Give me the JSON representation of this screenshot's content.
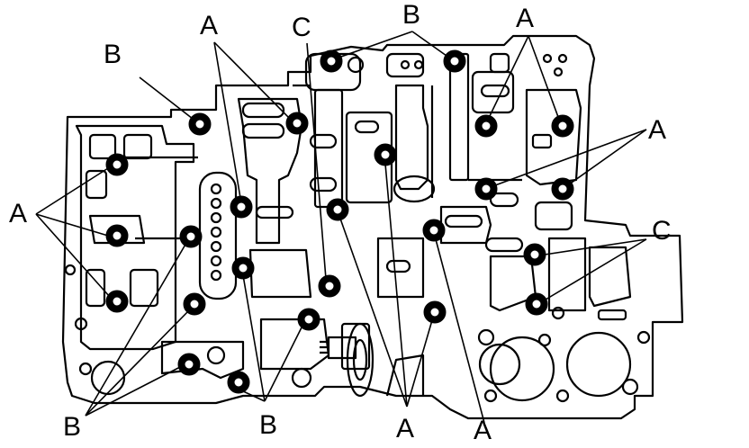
{
  "diagram": {
    "labels": {
      "b_upper_left": "B",
      "a_top": "A",
      "c_top": "C",
      "b_top": "B",
      "a_top_right": "A",
      "a_right": "A",
      "a_left": "A",
      "c_right": "C",
      "b_bottom_left": "B",
      "b_bottom_mid": "B",
      "a_bottom_mid": "A",
      "a_bottom_right": "A"
    },
    "colors": {
      "line": "#000000",
      "background": "#ffffff"
    }
  }
}
